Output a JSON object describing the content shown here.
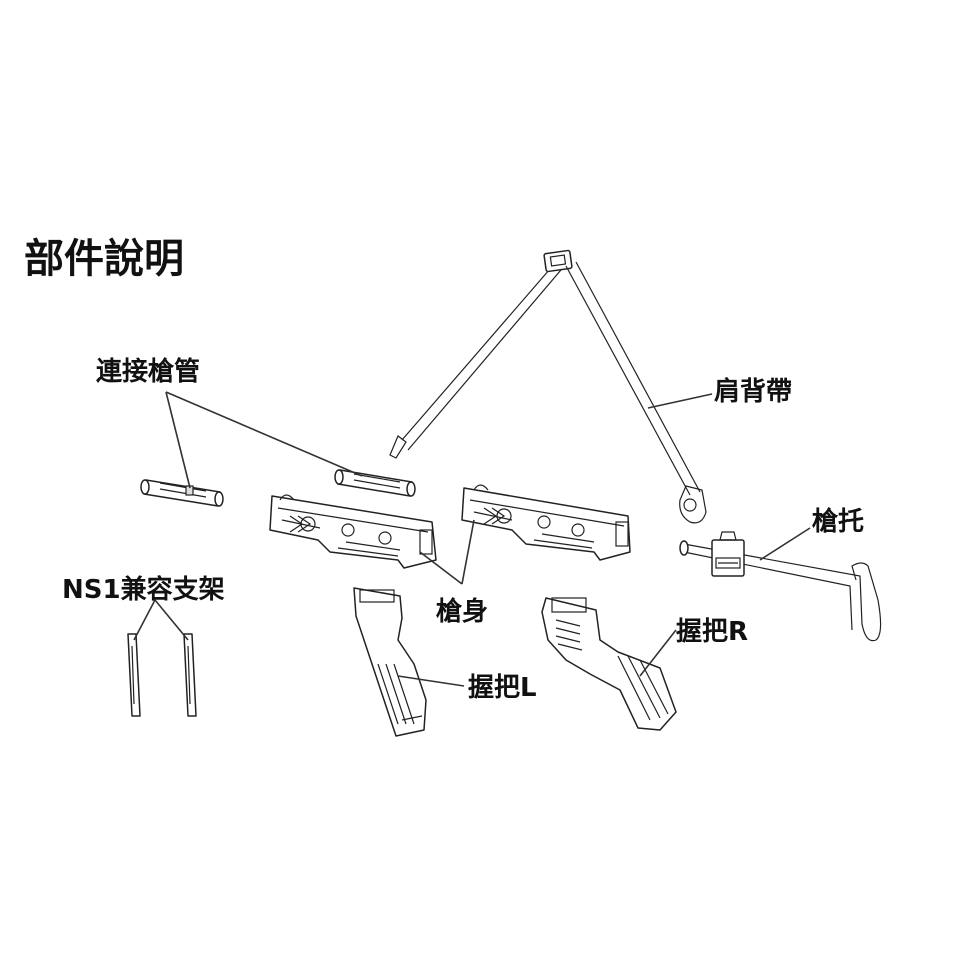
{
  "title": "部件說明",
  "labels": {
    "barrel_connector": "連接槍管",
    "shoulder_strap": "肩背帶",
    "stock": "槍托",
    "ns1_bracket": "NS1兼容支架",
    "gun_body": "槍身",
    "grip_r": "握把R",
    "grip_l": "握把L"
  }
}
